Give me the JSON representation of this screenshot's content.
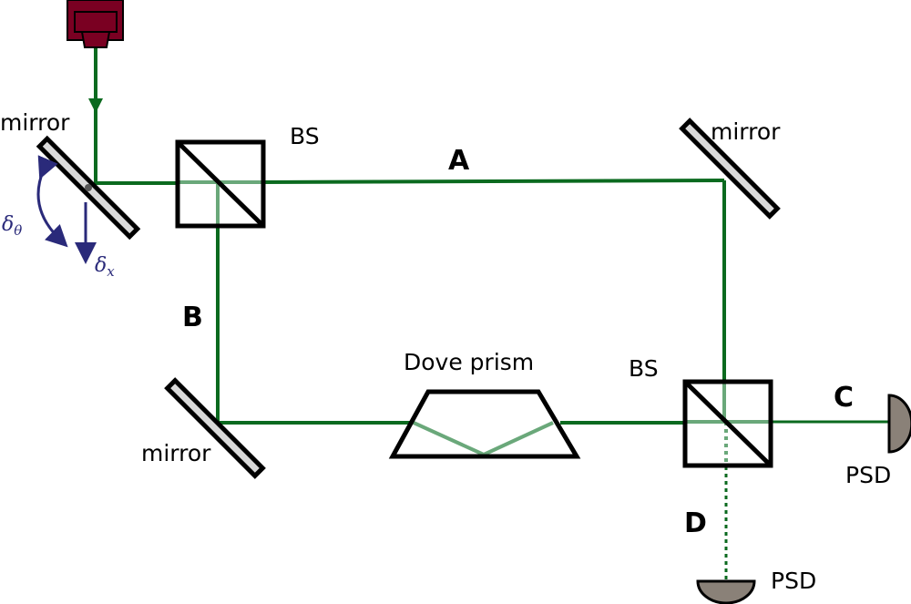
{
  "title": "Dove prism interferometer setup",
  "colors": {
    "beam": "#0b6a1f",
    "beam_faded": "#6aa87a",
    "laser": "#7a0022",
    "mirror_fill": "#d9d9d9",
    "psd_fill": "#8a8178",
    "annotation": "#2a2a7a"
  },
  "labels": {
    "mirror_top_left": "mirror",
    "mirror_top_right": "mirror",
    "mirror_bottom_left": "mirror",
    "bs_top": "BS",
    "bs_bottom": "BS",
    "dove_prism": "Dove prism",
    "path_a": "A",
    "path_b": "B",
    "path_c": "C",
    "path_d": "D",
    "psd_right": "PSD",
    "psd_bottom": "PSD",
    "delta": "δ",
    "delta_theta_sub": "θ",
    "delta_x_sub": "x"
  },
  "components": [
    {
      "name": "laser"
    },
    {
      "name": "mirror",
      "role": "steering",
      "adjustments": [
        "δθ",
        "δx"
      ]
    },
    {
      "name": "BS",
      "role": "input beam splitter"
    },
    {
      "name": "mirror",
      "role": "arm A"
    },
    {
      "name": "mirror",
      "role": "arm B"
    },
    {
      "name": "Dove prism"
    },
    {
      "name": "BS",
      "role": "output beam splitter"
    },
    {
      "name": "PSD",
      "output": "C"
    },
    {
      "name": "PSD",
      "output": "D"
    }
  ]
}
